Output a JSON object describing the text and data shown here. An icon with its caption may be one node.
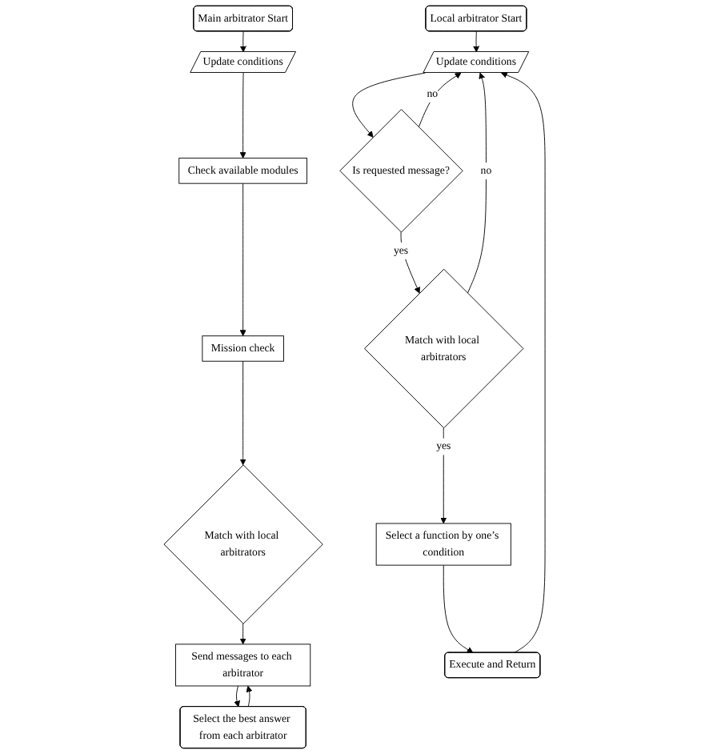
{
  "diagram": {
    "nodes": [
      {
        "text": [
          "Main arbitrator Start"
        ]
      },
      {
        "text": [
          "Update conditions"
        ]
      },
      {
        "text": [
          "Check available modules"
        ]
      },
      {
        "text": [
          "Mission check"
        ]
      },
      {
        "text": [
          "Match with local arbitrators"
        ]
      },
      {
        "text": [
          "Send messages to each arbitrator"
        ]
      },
      {
        "text": [
          "Select the best answer from each arbitrator"
        ]
      },
      {
        "text": [
          "Local arbitrator Start"
        ]
      },
      {
        "text": [
          "Update conditions"
        ]
      },
      {
        "text": [
          "Is requested message?"
        ]
      },
      {
        "text": [
          "Match with local arbitrators"
        ]
      },
      {
        "text": [
          "Select a function by one’s condition"
        ]
      },
      {
        "text": [
          "Execute and Return"
        ]
      }
    ],
    "edges": [
      {
        "from": 0,
        "to": 1,
        "arrow": "to"
      },
      {
        "from": 1,
        "to": 2,
        "arrow": "to"
      },
      {
        "from": 2,
        "to": 3,
        "arrow": "to"
      },
      {
        "from": 3,
        "to": 4,
        "arrow": "to"
      },
      {
        "from": 4,
        "to": 5,
        "arrow": "to"
      },
      {
        "from": 5,
        "to": 6,
        "arrow": "to"
      },
      {
        "from": 6,
        "to": 5,
        "arrow": "to"
      },
      {
        "from": 7,
        "to": 8,
        "arrow": "to"
      },
      {
        "from": 8,
        "to": 9,
        "arrow": "to"
      },
      {
        "from": 9,
        "to": 10,
        "label": "yes",
        "arrow": "to"
      },
      {
        "from": 10,
        "to": 11,
        "label": "yes",
        "arrow": "to"
      },
      {
        "from": 11,
        "to": 12,
        "arrow": "to"
      },
      {
        "from": 9,
        "to": 8,
        "label": "no",
        "arrow": "to"
      },
      {
        "from": 10,
        "to": 8,
        "label": "no",
        "arrow": "to"
      },
      {
        "from": 12,
        "to": 8,
        "arrow": "to"
      }
    ]
  }
}
